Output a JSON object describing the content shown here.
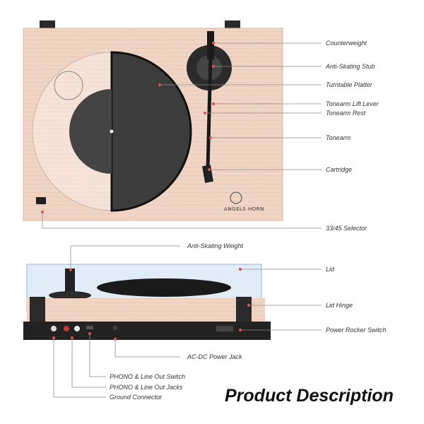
{
  "title": "Product Description",
  "brand_logo": "ANGELS HORN",
  "labels": {
    "counterweight": "Counterweight",
    "anti_skating_stub": "Anti-Skating Stub",
    "turntable_platter": "Turntable Platter",
    "tonearm_lift_lever": "Tonearm Lift Lever",
    "tonearm_rest": "Tonearm Rest",
    "tonearm": "Tonearm",
    "cartridge": "Cartridge",
    "speed_selector": "33/45 Selector",
    "anti_skating_weight": "Anti-Skating Weight",
    "lid": "Lid",
    "lid_hinge": "Lid Hinge",
    "power_rocker_switch": "Power Rocker Switch",
    "ac_dc_power_jack": "AC-DC Power Jack",
    "phono_line_out_switch": "PHONO & Line Out Switch",
    "phono_line_out_jacks": "PHONO & Line Out Jacks",
    "ground_connector": "Ground Connector"
  },
  "colors": {
    "wood": "#f0d5c5",
    "leader_line": "#8a8a8a",
    "marker": "#d9534f",
    "base": "#222222"
  }
}
